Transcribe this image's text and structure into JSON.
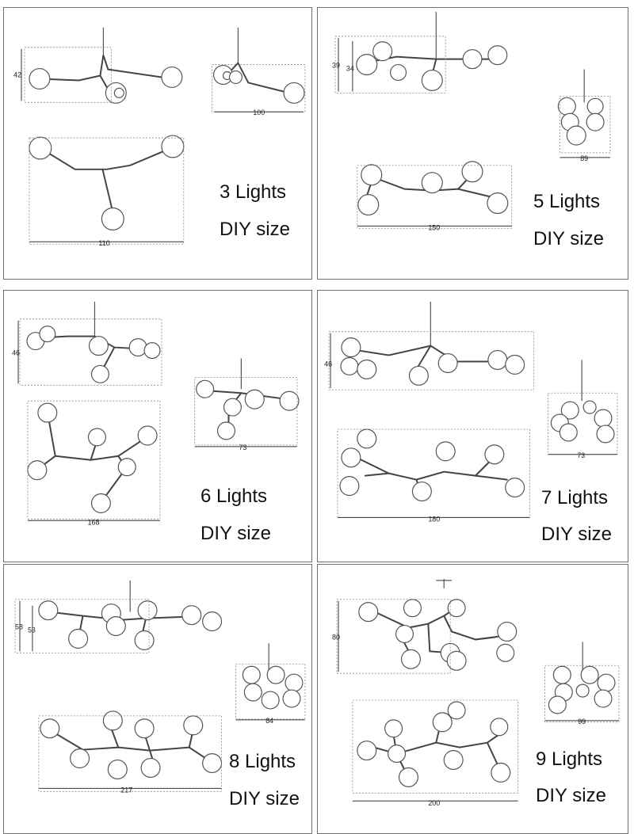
{
  "panels": [
    {
      "title": "3 Lights",
      "subtitle": "DIY size",
      "dims": [
        "42",
        "100",
        "110"
      ]
    },
    {
      "title": "5 Lights",
      "subtitle": "DIY size",
      "dims": [
        "39",
        "34",
        "89",
        "150"
      ]
    },
    {
      "title": "6 Lights",
      "subtitle": "DIY size",
      "dims": [
        "46",
        "73",
        "168"
      ]
    },
    {
      "title": "7 Lights",
      "subtitle": "DIY size",
      "dims": [
        "46",
        "73",
        "180"
      ]
    },
    {
      "title": "8 Lights",
      "subtitle": "DIY size",
      "dims": [
        "58",
        "53",
        "84",
        "217"
      ]
    },
    {
      "title": "9 Lights",
      "subtitle": "DIY size",
      "dims": [
        "80",
        "99",
        "200"
      ]
    }
  ],
  "colors": {
    "border": "#6e6e6e",
    "line": "#444444",
    "text": "#111111"
  }
}
